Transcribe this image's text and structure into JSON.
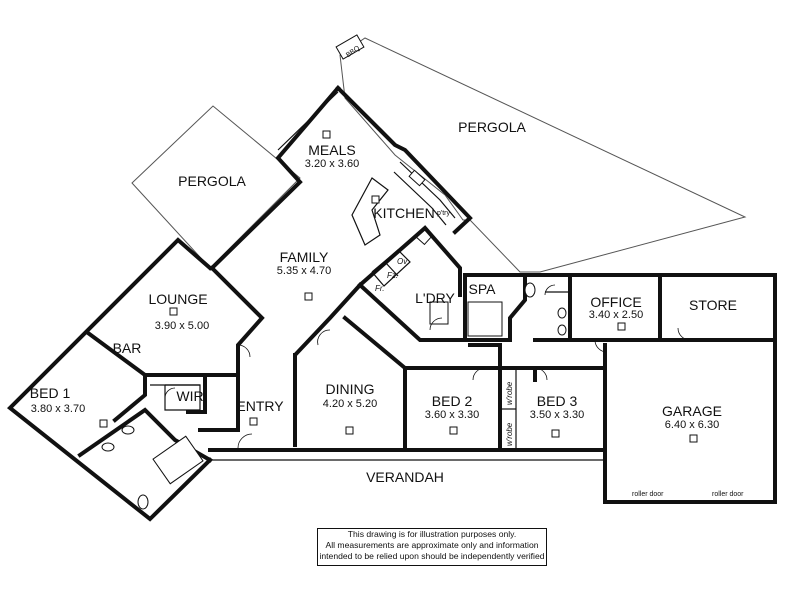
{
  "rooms": {
    "meals": {
      "name": "MEALS",
      "dims": "3.20 x 3.60"
    },
    "kitchen": {
      "name": "KITCHEN"
    },
    "pantry": {
      "name": "p'try"
    },
    "family": {
      "name": "FAMILY",
      "dims": "5.35 x 4.70"
    },
    "lounge": {
      "name": "LOUNGE",
      "dims": "3.90 x 5.00"
    },
    "bar": {
      "name": "BAR"
    },
    "bed1": {
      "name": "BED 1",
      "dims": "3.80 x 3.70"
    },
    "wir": {
      "name": "WIR"
    },
    "entry": {
      "name": "ENTRY"
    },
    "dining": {
      "name": "DINING",
      "dims": "4.20 x 5.20"
    },
    "bed2": {
      "name": "BED 2",
      "dims": "3.60 x 3.30"
    },
    "bed3": {
      "name": "BED 3",
      "dims": "3.50 x 3.30"
    },
    "office": {
      "name": "OFFICE",
      "dims": "3.40 x 2.50"
    },
    "store": {
      "name": "STORE"
    },
    "garage": {
      "name": "GARAGE",
      "dims": "6.40 x 6.30"
    },
    "spa": {
      "name": "SPA"
    },
    "laundry": {
      "name": "L'DRY"
    },
    "verandah": {
      "name": "VERANDAH"
    },
    "pergola_left": {
      "name": "PERGOLA"
    },
    "pergola_right": {
      "name": "PERGOLA"
    },
    "bbq": {
      "name": "BBQ"
    }
  },
  "labels": {
    "wrobe_upper": "w'robe",
    "wrobe_lower": "w'robe",
    "oven": "Ov",
    "fridge_1": "Fz.",
    "fridge_2": "Fr.",
    "roller_door_1": "roller door",
    "roller_door_2": "roller door"
  },
  "disclaimer": {
    "line1": "This drawing is for illustration purposes only.",
    "line2": "All measurements are approximate only and information",
    "line3": "intended to be relied upon should be independently verified"
  }
}
